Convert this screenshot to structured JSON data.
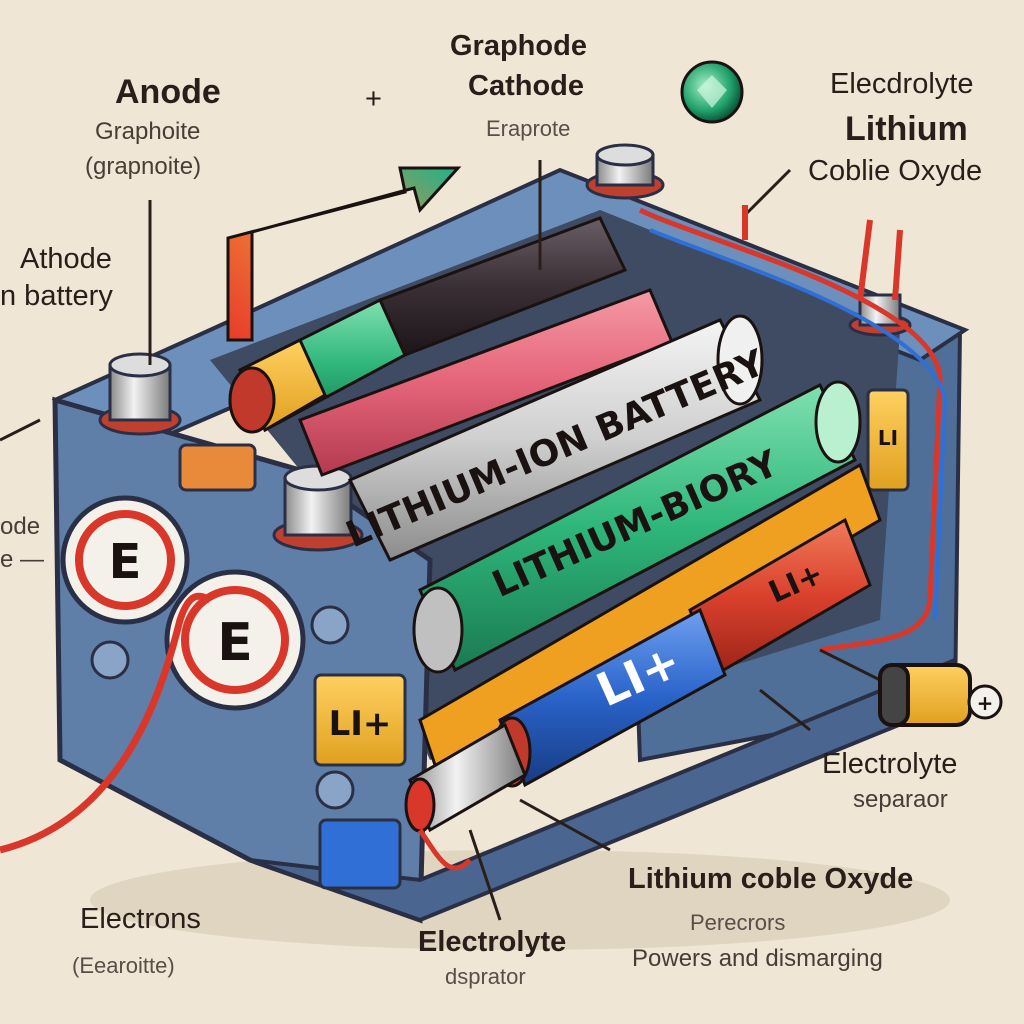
{
  "labels": {
    "anode": "Anode",
    "anode_sub": "Graphoite",
    "anode_sub2": "(grapnoite)",
    "athode": "Athode",
    "battery_left": "n battery",
    "ode_left": "ode",
    "e_left": "e —",
    "plus_top": "+",
    "graphode": "Graphode",
    "cathode": "Cathode",
    "eraprote": "Eraprote",
    "electrolyte_top": "Elecdrolyte",
    "lithium_top": "Lithium",
    "coble_top": "Coblie Oxyde",
    "electrolyte_right": "Electrolyte",
    "separator_right": "separaor",
    "electrons": "Electrons",
    "electrons_sub": "(Eearoitte)",
    "electrolyte_bottom": "Electrolyte",
    "dsprator": "dsprator",
    "lithium_coble_bottom": "Lithium coble Oxyde",
    "perecrors": "Perecrors",
    "powers": "Powers and dismarging"
  },
  "battery_text": {
    "cell_white": "LITHIUM-ION BATTERY",
    "cell_green": "LITHIUM-BIORY",
    "cell_red": "LI+",
    "cell_blue": "LI+",
    "side_tag": "LI+",
    "circle_letter": "E",
    "small_tag": "LI"
  },
  "colors": {
    "background": "#efe6d6",
    "casing": "#5f7fa8",
    "cell_white": "#d8d8d8",
    "cell_green": "#2eb67a",
    "cell_pink": "#e56479",
    "cell_dark": "#3a2f35",
    "cell_red": "#d9402c",
    "cell_blue": "#2a63c9",
    "wire": "#d8372a",
    "arrow_start": "#e83c2a",
    "arrow_end": "#1fb28a"
  },
  "icons": [
    "green-gem-icon",
    "small-battery-icon",
    "terminal-icon"
  ]
}
